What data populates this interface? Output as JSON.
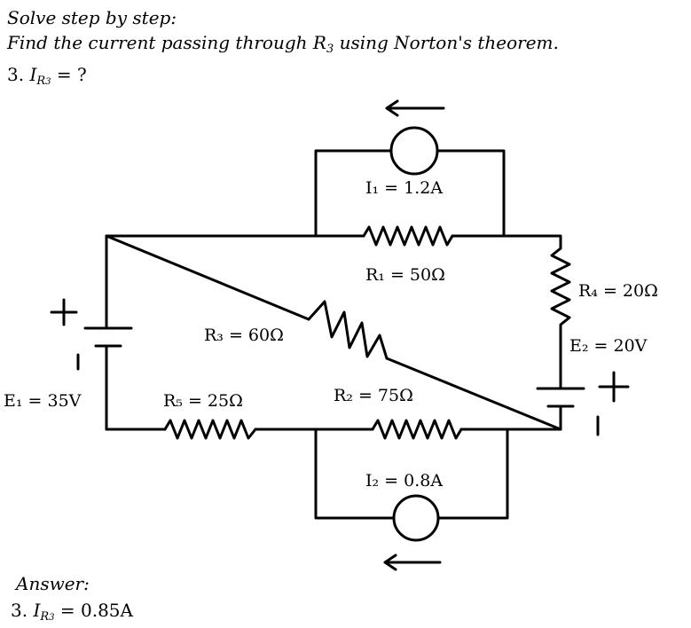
{
  "problem": {
    "line1": "Solve step by step:",
    "line2_pre": "Find the current passing through ",
    "line2_var": "R",
    "line2_sub": "3",
    "line2_post": " using Norton's theorem.",
    "q_num": "3.",
    "q_var": "I",
    "q_sub": "R",
    "q_subsub": "3",
    "q_rest": " = ?"
  },
  "answer": {
    "heading": "Answer:",
    "num": "3.",
    "var": "I",
    "sub": "R",
    "subsub": "3",
    "value": " = 0.85A"
  },
  "labels": {
    "I1": "I₁ = 1.2A",
    "R1": "R₁ = 50Ω",
    "R4": "R₄ = 20Ω",
    "R3": "R₃ = 60Ω",
    "E2": "E₂ = 20V",
    "E1": "E₁ = 35V",
    "R5": "R₅ = 25Ω",
    "R2": "R₂ = 75Ω",
    "I2": "I₂ = 0.8A",
    "plus": "+",
    "minus": "|"
  }
}
